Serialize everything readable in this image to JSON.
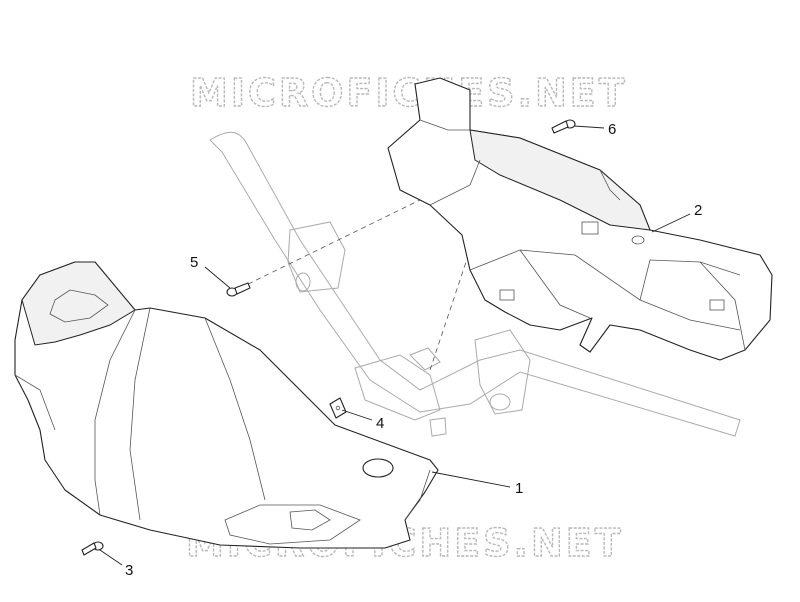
{
  "watermark": {
    "top_text": "MICROFICHES.NET",
    "bottom_text": "MICROFICHES.NET"
  },
  "callouts": [
    {
      "number": "1",
      "part": "front-handlebar-cover"
    },
    {
      "number": "2",
      "part": "rear-handlebar-cover"
    },
    {
      "number": "3",
      "part": "screw-front"
    },
    {
      "number": "4",
      "part": "clip-nut"
    },
    {
      "number": "5",
      "part": "screw-left"
    },
    {
      "number": "6",
      "part": "screw-top"
    }
  ],
  "colors": {
    "outline": "#222222",
    "ghost_handlebar": "#aaaaaa",
    "watermark_stroke": "#b8b8b8",
    "background": "#ffffff"
  }
}
